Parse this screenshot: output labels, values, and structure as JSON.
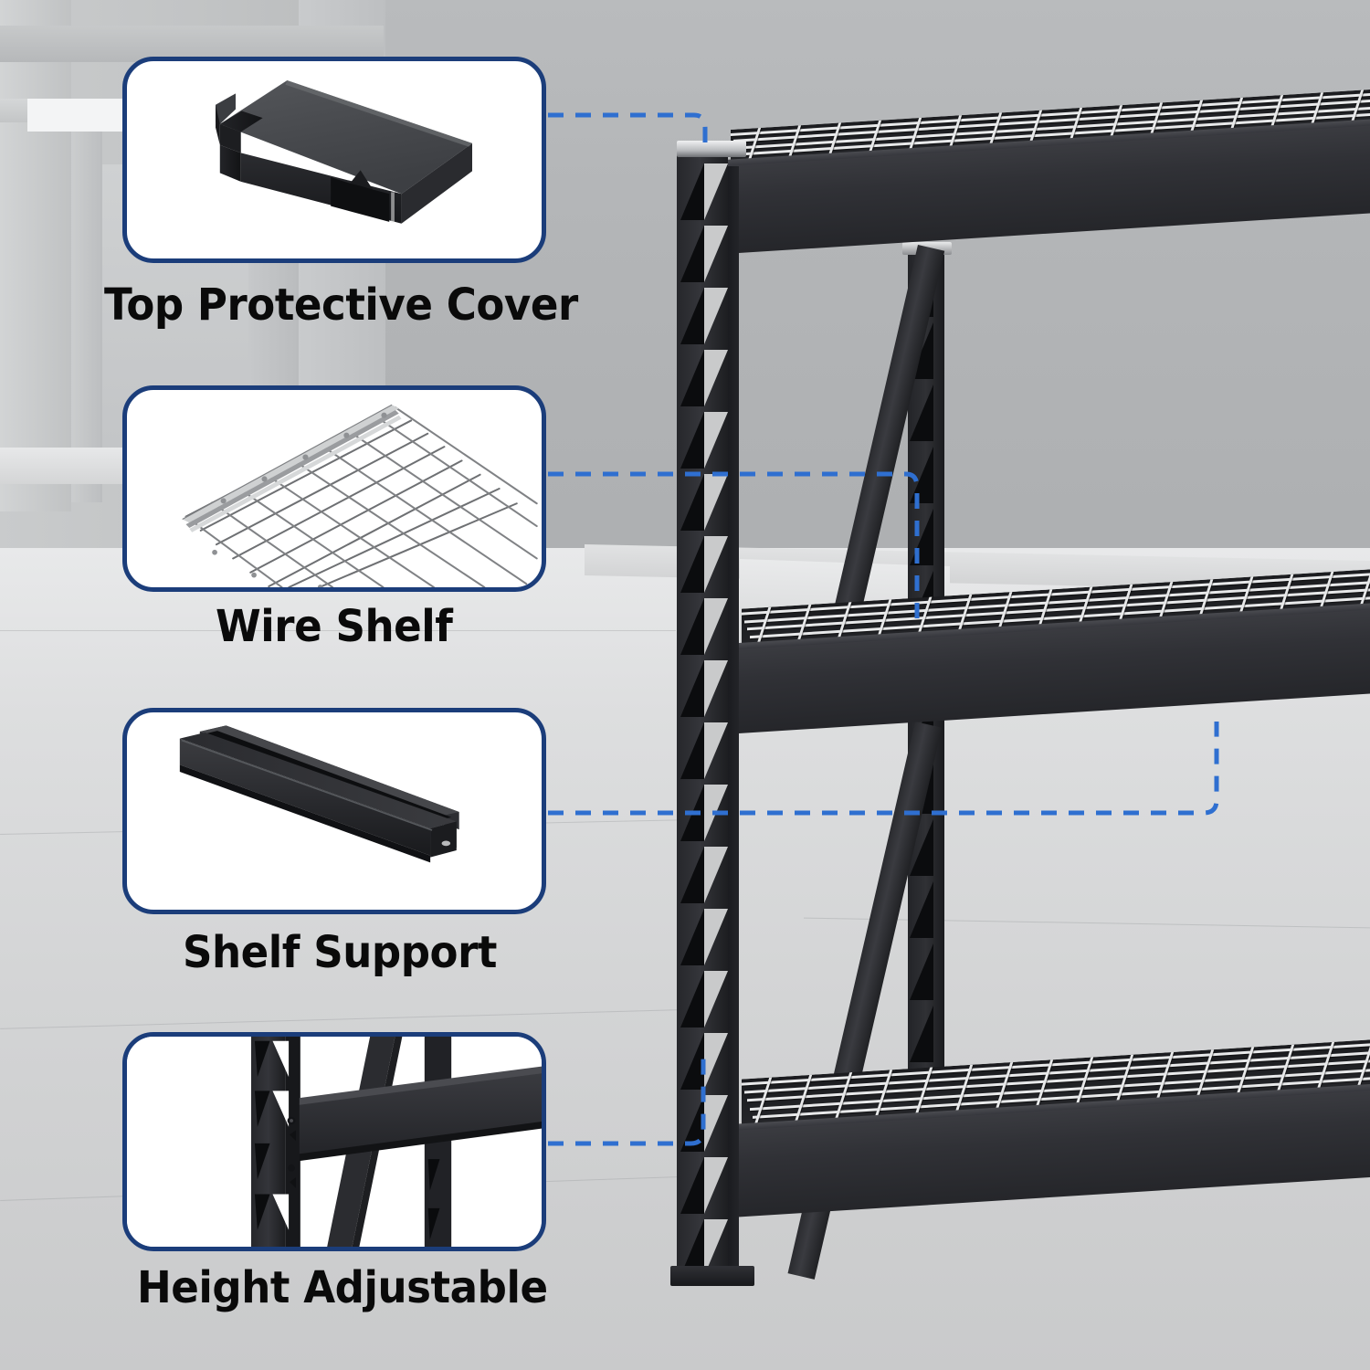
{
  "scene": {
    "description": "Industrial garage with concrete wall and floor",
    "product": "Black heavy-duty 3-tier metal storage rack with wire shelves",
    "accent_border_color": "#1b3d7a",
    "connector_line_color": "#2f6fd0",
    "frame_color": "#2e2f33",
    "wire_color": "#e8e9ea",
    "wall_color": "#b3b5b7",
    "floor_color": "#d8d9da"
  },
  "callouts": [
    {
      "id": "top-protective-cover",
      "label": "Top Protective Cover",
      "art": "plastic-end-cap-3d",
      "connector": "right-then-down-to-post-top"
    },
    {
      "id": "wire-shelf",
      "label": "Wire Shelf",
      "art": "wire-mesh-panel-3d",
      "connector": "right-then-down-to-middle-deck"
    },
    {
      "id": "shelf-support",
      "label": "Shelf Support",
      "art": "channel-beam-3d",
      "connector": "right-then-up-to-middle-beam"
    },
    {
      "id": "height-adjustable",
      "label": "Height Adjustable",
      "art": "post-slot-closeup-photo",
      "connector": "right-then-up-along-post"
    }
  ],
  "rack": {
    "shelf_levels": 3,
    "post_slot_pattern": "repeating triangular keyhole slots",
    "shelves": [
      {
        "name": "top-shelf",
        "type": "wire-mesh"
      },
      {
        "name": "middle-shelf",
        "type": "wire-mesh"
      },
      {
        "name": "bottom-shelf",
        "type": "wire-mesh"
      }
    ],
    "braces": [
      "upper-diagonal-brace",
      "lower-diagonal-brace"
    ],
    "posts": [
      "front-left-post",
      "back-left-post"
    ]
  }
}
